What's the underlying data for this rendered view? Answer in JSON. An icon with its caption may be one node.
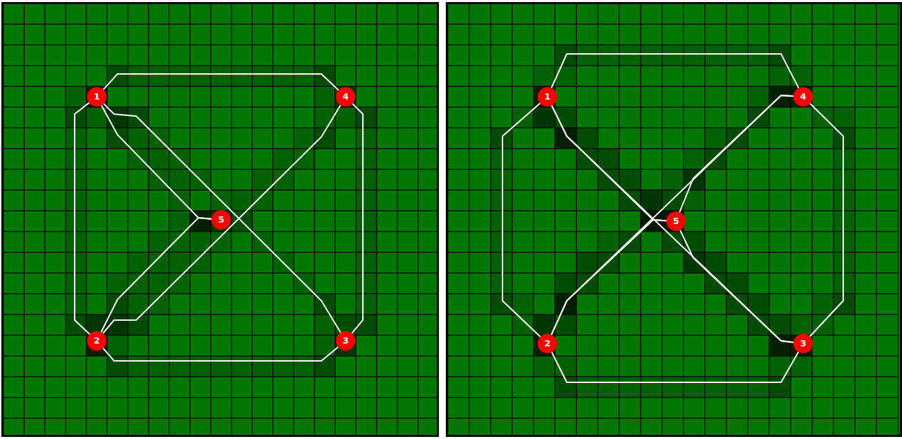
{
  "diagram": {
    "nodes": [
      {
        "text": [
          "1"
        ]
      },
      {
        "text": [
          "4"
        ]
      },
      {
        "text": [
          "5"
        ]
      },
      {
        "text": [
          "2"
        ]
      },
      {
        "text": [
          "3"
        ]
      },
      {
        "text": [
          "1"
        ]
      },
      {
        "text": [
          "4"
        ]
      },
      {
        "text": [
          "5"
        ]
      },
      {
        "text": [
          "2"
        ]
      },
      {
        "text": [
          "3"
        ]
      }
    ],
    "edges": [
      {
        "from": 0,
        "to": 1,
        "arrow": "none"
      },
      {
        "from": 0,
        "to": 3,
        "arrow": "none"
      },
      {
        "from": 1,
        "to": 4,
        "arrow": "none"
      },
      {
        "from": 3,
        "to": 4,
        "arrow": "none"
      },
      {
        "from": 0,
        "to": 2,
        "arrow": "none"
      },
      {
        "from": 3,
        "to": 2,
        "arrow": "none"
      },
      {
        "from": 0,
        "to": 4,
        "arrow": "none"
      },
      {
        "from": 3,
        "to": 1,
        "arrow": "none"
      },
      {
        "from": 5,
        "to": 6,
        "arrow": "none"
      },
      {
        "from": 5,
        "to": 8,
        "arrow": "none"
      },
      {
        "from": 6,
        "to": 9,
        "arrow": "none"
      },
      {
        "from": 8,
        "to": 9,
        "arrow": "none"
      },
      {
        "from": 5,
        "to": 9,
        "arrow": "none"
      },
      {
        "from": 8,
        "to": 6,
        "arrow": "none"
      },
      {
        "from": 7,
        "to": 6,
        "arrow": "none"
      },
      {
        "from": 7,
        "to": 9,
        "arrow": "none"
      },
      {
        "from": 7,
        "to": 5,
        "arrow": "none"
      },
      {
        "from": 7,
        "to": 8,
        "arrow": "none"
      }
    ]
  }
}
